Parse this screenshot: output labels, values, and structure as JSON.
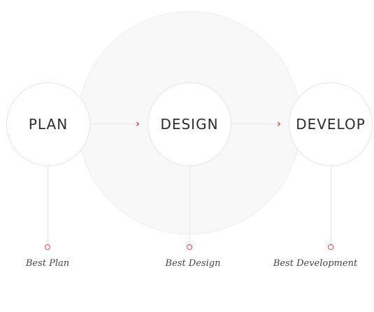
{
  "steps": [
    {
      "title": "PLAN",
      "caption": "Best Plan"
    },
    {
      "title": "DESIGN",
      "caption": "Best Design"
    },
    {
      "title": "DEVELOP",
      "caption": "Best Development"
    }
  ],
  "icons": {
    "arrow": "chevron-right-icon",
    "marker": "circle-marker-icon"
  },
  "colors": {
    "accent": "#e24a3b",
    "text": "#2d2d2d",
    "caption": "#444444",
    "background_circle": "#f8f8f8",
    "line": "#e6e6e6"
  }
}
